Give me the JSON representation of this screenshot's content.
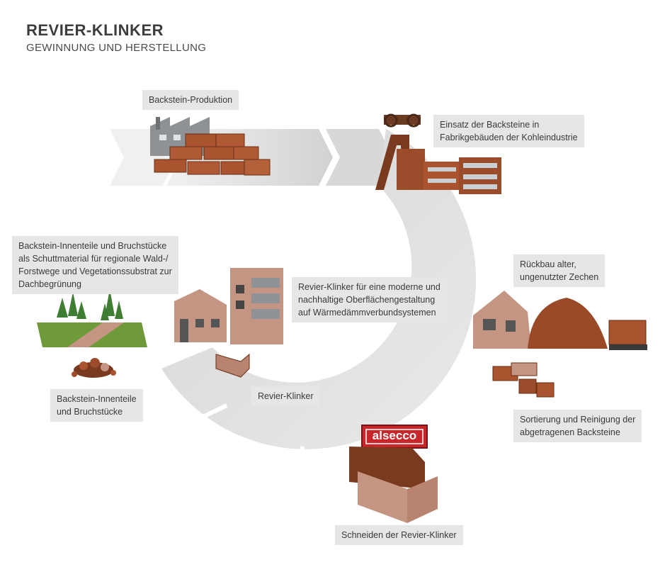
{
  "header": {
    "title": "REVIER-KLINKER",
    "subtitle": "GEWINNUNG UND HERSTELLUNG"
  },
  "steps": [
    {
      "label": "Backstein-Produktion"
    },
    {
      "label": "Einsatz der Backsteine in\nFabrikgebäuden der Kohleindustrie"
    },
    {
      "label": "Rückbau alter,\nungenutzter Zechen"
    },
    {
      "label": "Sortierung und Reinigung der\nabgetragenen Backsteine"
    },
    {
      "label": "Schneiden der Revier-Klinker"
    },
    {
      "label": "Revier-Klinker"
    },
    {
      "label": "Revier-Klinker für eine moderne und\nnachhaltige Oberflächengestaltung\nauf Wärmedämmverbundsystemen"
    },
    {
      "label": "Backstein-Innenteile\nund Bruchstücke"
    },
    {
      "label": "Backstein-Innenteile und Bruchstücke\nals Schuttmaterial für regionale Wald-/\nForstwege und Vegetationssubstrat zur\nDachbegrünung"
    }
  ],
  "brand": {
    "logo_text": "alsecco"
  },
  "colors": {
    "arrow_light": "#ececec",
    "arrow_dark": "#cfcfcf",
    "label_bg": "#e6e6e6",
    "brick": "#a9532f",
    "brick_dark": "#7a3a1f",
    "factory_grey": "#8f9294",
    "grass": "#6f9a3a",
    "tree": "#3f7d32",
    "logo_red": "#c8262b"
  }
}
